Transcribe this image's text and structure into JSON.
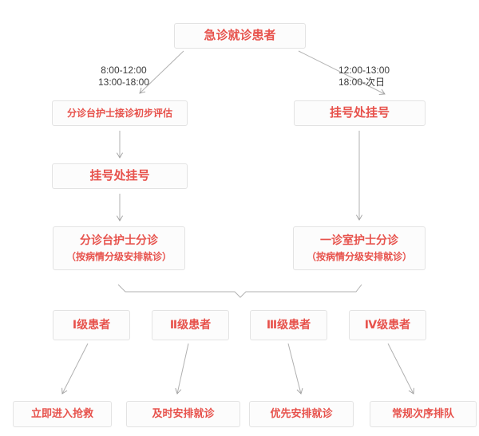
{
  "colors": {
    "box_text": "#e7524c",
    "box_border": "#e3e3e3",
    "box_background": "#fcfcfc",
    "connector": "#b1b1b1",
    "time_label_text": "#3b3b3b",
    "page_background": "#ffffff"
  },
  "flow": {
    "start": "急诊就诊患者",
    "branch_left_time": [
      "8:00-12:00",
      "13:00-18:00"
    ],
    "branch_right_time": [
      "12:00-13:00",
      "18:00-次日"
    ],
    "left_assessment": "分诊台护士接诊初步评估",
    "left_registration": "挂号处挂号",
    "right_registration": "挂号处挂号",
    "left_triage": {
      "line1": "分诊台护士分诊",
      "line2": "（按病情分级安排就诊）"
    },
    "right_triage": {
      "line1": "一诊室护士分诊",
      "line2": "（按病情分级安排就诊）"
    },
    "levels": [
      "Ⅰ级患者",
      "Ⅱ级患者",
      "Ⅲ级患者",
      "Ⅳ级患者"
    ],
    "outcomes": [
      "立即进入抢救",
      "及时安排就诊",
      "优先安排就诊",
      "常规次序排队"
    ]
  }
}
